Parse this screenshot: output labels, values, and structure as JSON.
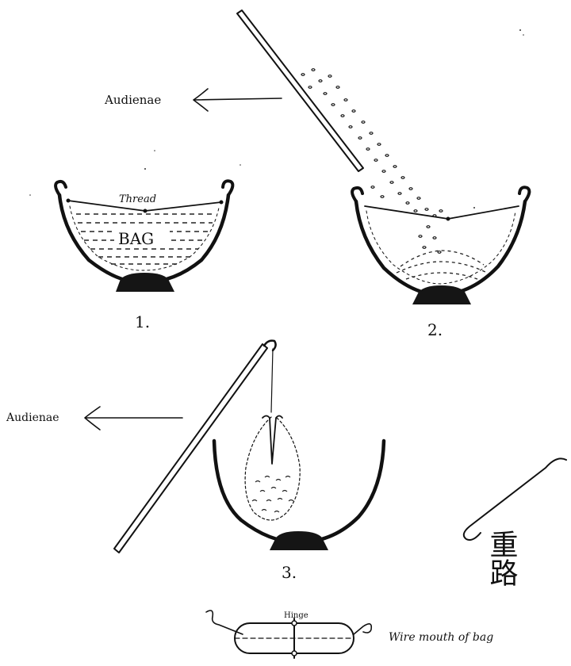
{
  "figure1": {
    "audience_label": "Audienae",
    "thread_label": "Thread",
    "bag_label": "BAG",
    "number": "1."
  },
  "figure2": {
    "number": "2."
  },
  "figure3": {
    "audience_label": "Audienae",
    "number": "3."
  },
  "wire_detail": {
    "hinge_label": "Hinge",
    "caption": "Wire mouth of bag"
  },
  "signature": {
    "characters": "重路"
  }
}
